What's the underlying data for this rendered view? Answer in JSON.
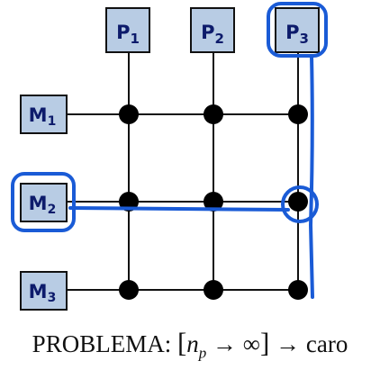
{
  "processors": [
    {
      "label": "P",
      "sub": "1"
    },
    {
      "label": "P",
      "sub": "2"
    },
    {
      "label": "P",
      "sub": "3"
    }
  ],
  "memories": [
    {
      "label": "M",
      "sub": "1"
    },
    {
      "label": "M",
      "sub": "2"
    },
    {
      "label": "M",
      "sub": "3"
    }
  ],
  "caption": {
    "prefix": "PROBLEMA:",
    "lbracket": "[",
    "var": "n",
    "var_sub": "p",
    "inner_arrow": "→",
    "infinity": "∞",
    "rbracket": "]",
    "outer_arrow": "→",
    "result": "caro"
  },
  "colors": {
    "box_fill": "#b8cce4",
    "ink_highlight": "#1a5bd6"
  }
}
